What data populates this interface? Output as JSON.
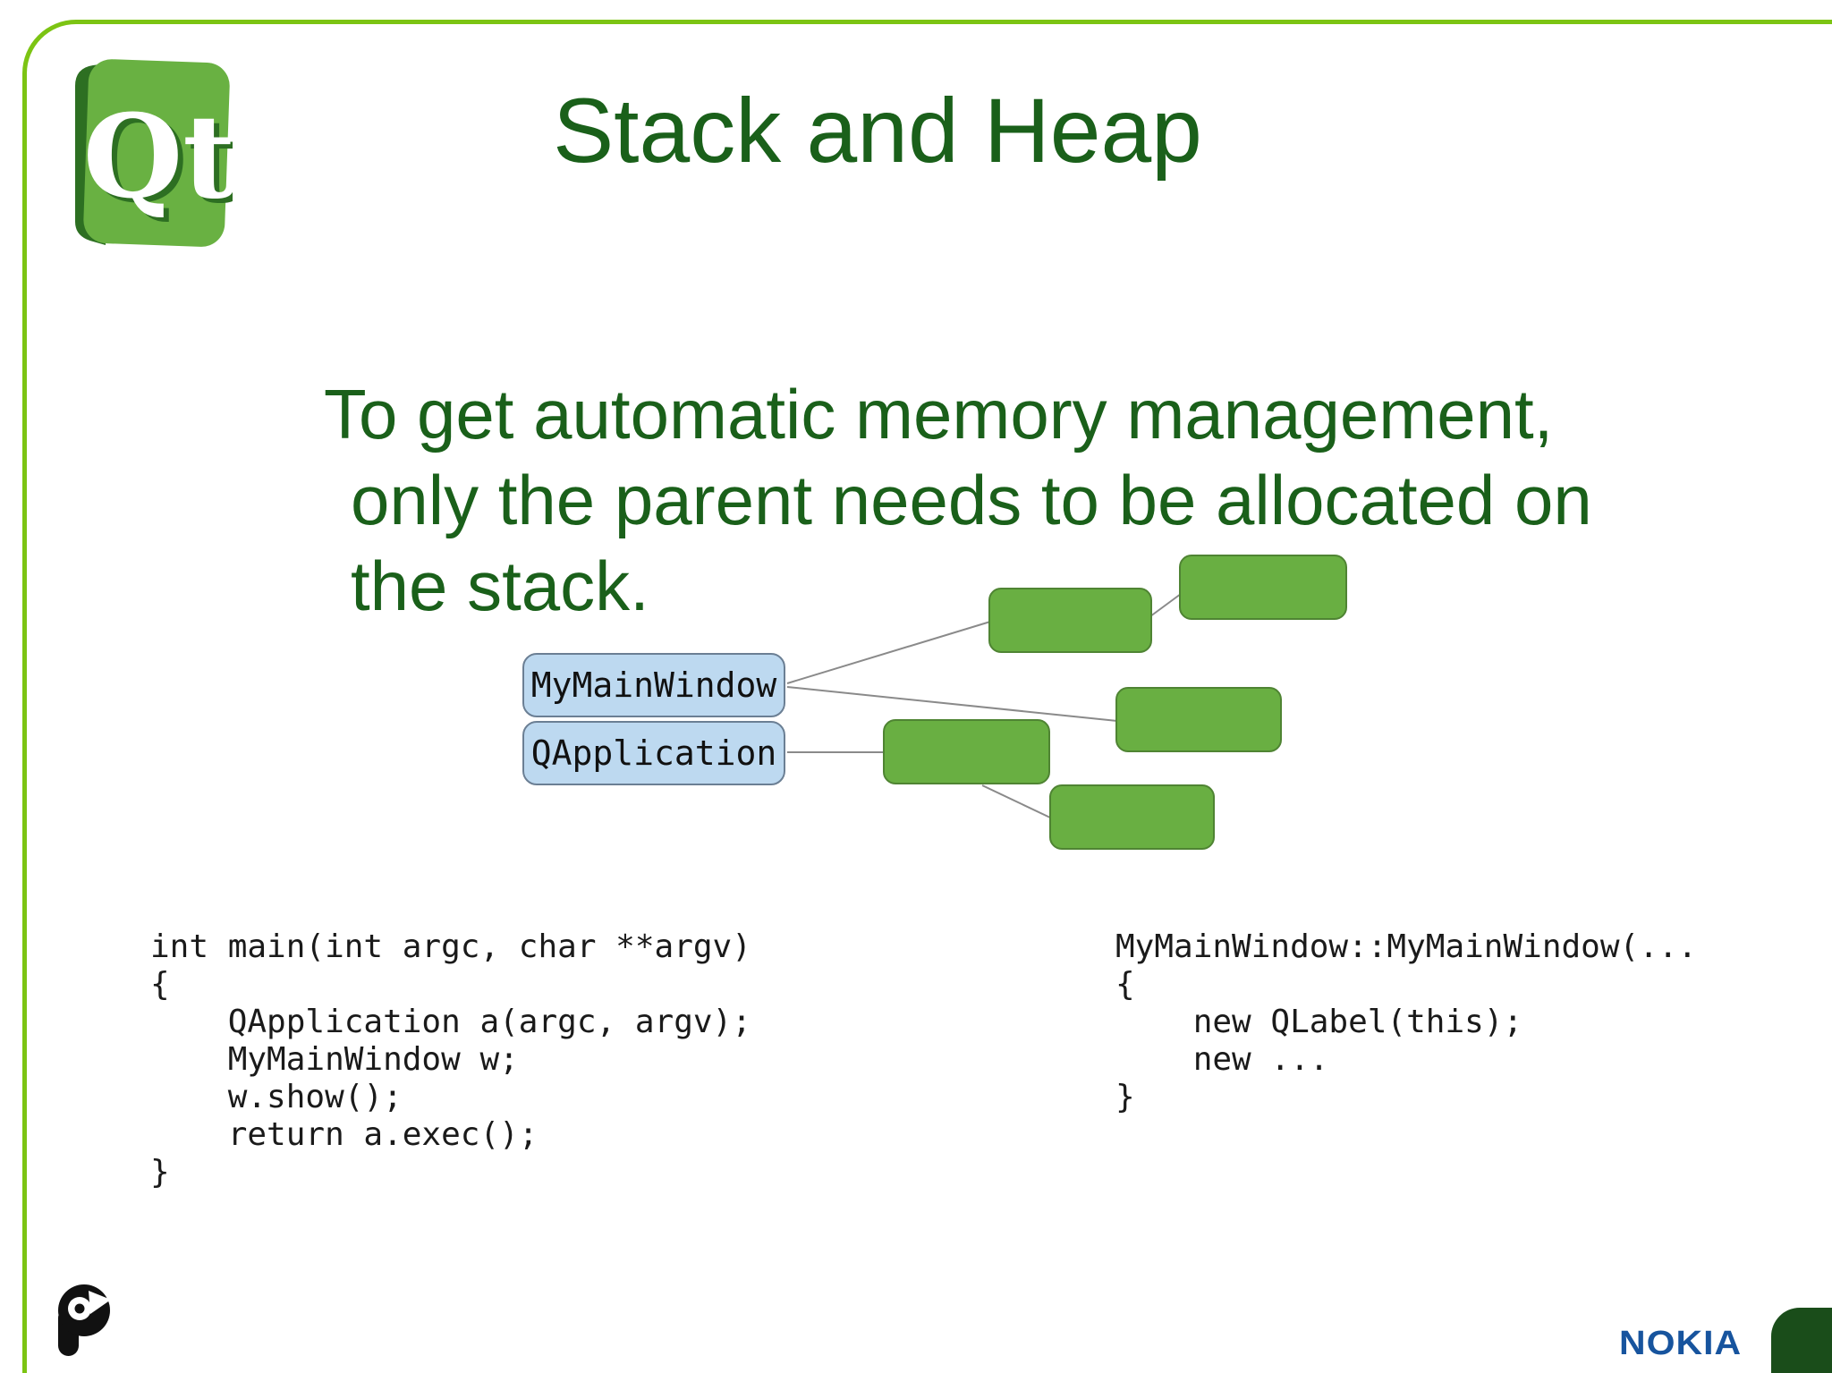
{
  "slide": {
    "title": "Stack and Heap",
    "body_lines": [
      "To get automatic memory management,",
      "only the parent needs to be allocated on",
      "the stack."
    ],
    "diagram": {
      "stack_boxes": [
        {
          "label": "MyMainWindow"
        },
        {
          "label": "QApplication"
        }
      ],
      "heap_box_count": 5
    },
    "code_left": {
      "lines": [
        "int main(int argc, char **argv)",
        "{",
        "    QApplication a(argc, argv);",
        "    MyMainWindow w;",
        "    w.show();",
        "    return a.exec();",
        "}"
      ]
    },
    "code_right": {
      "lines": [
        "MyMainWindow::MyMainWindow(...",
        "{",
        "    new QLabel(this);",
        "    new ...",
        "}"
      ]
    },
    "logos": {
      "qt_label": "Qt",
      "nokia_label": "NOKIA"
    }
  },
  "colors": {
    "frame_green": "#7cc413",
    "title_green": "#1a601a",
    "heap_box_fill": "#69af42",
    "heap_box_border": "#4f8433",
    "stack_box_fill": "#bdd9f0",
    "stack_box_border": "#6b7f94",
    "connector_gray": "#8a8a8a",
    "code_text": "#1a1a1a",
    "nokia_blue": "#17549e",
    "corner_dark_green": "#1a4d1a"
  }
}
